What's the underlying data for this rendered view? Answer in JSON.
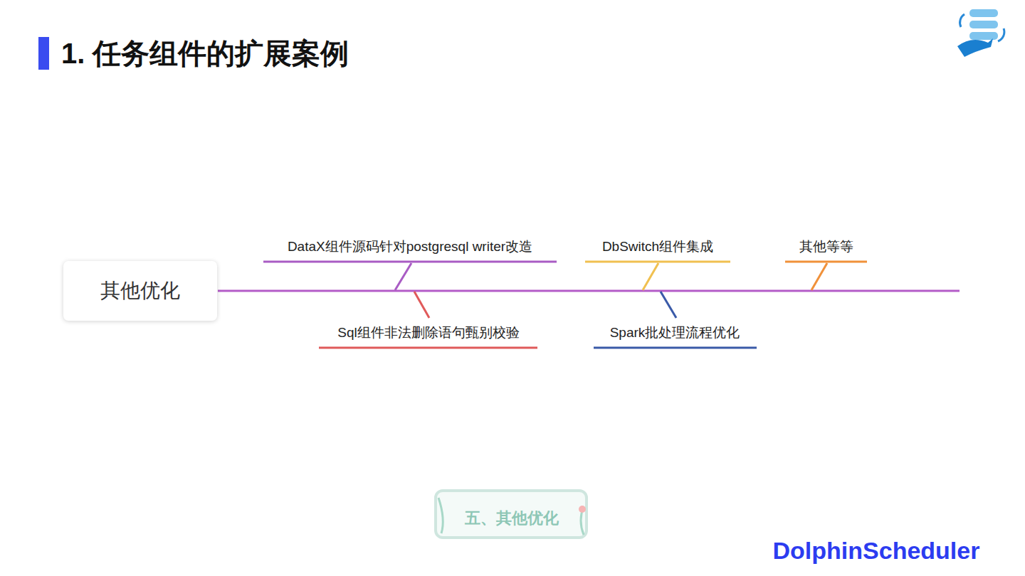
{
  "diagram": {
    "title": "1. 任务组件的扩展案例",
    "nodes": [
      {
        "text": [
          "其他优化"
        ]
      }
    ],
    "labels": [
      "DataX组件源码针对postgresql writer改造",
      "DbSwitch组件集成",
      "其他等等",
      "Sql组件非法删除语句甄别校验",
      "Spark批处理流程优化",
      "五、其他优化",
      "DolphinScheduler"
    ]
  }
}
